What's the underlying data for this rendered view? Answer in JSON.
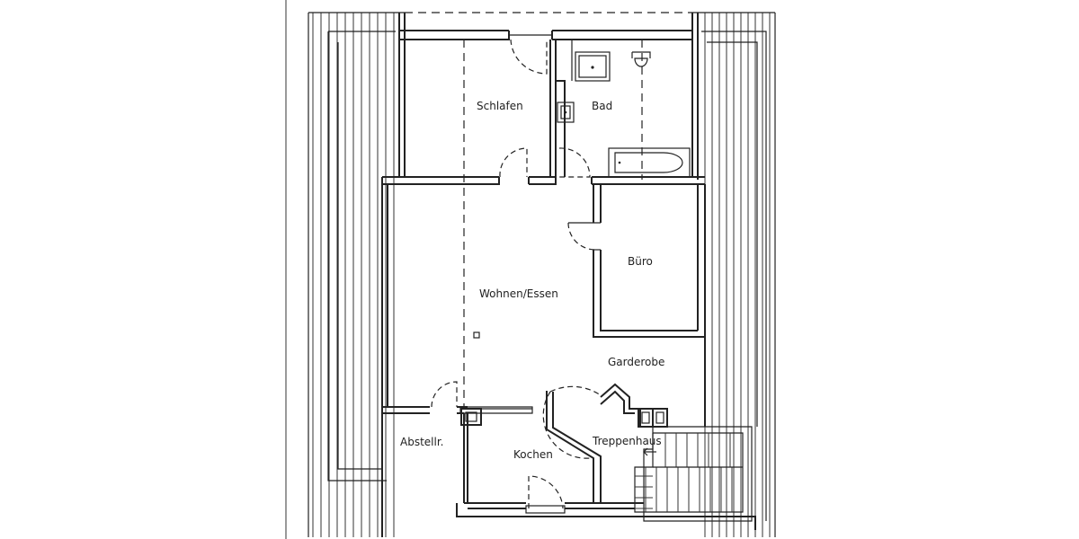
{
  "rooms": {
    "schlafen": "Schlafen",
    "bad": "Bad",
    "buero": "Büro",
    "wohnen": "Wohnen/Essen",
    "garderobe": "Garderobe",
    "treppenhaus": "Treppenhaus",
    "abstell": "Abstellr.",
    "kochen": "Kochen"
  },
  "colors": {
    "line": "#222222",
    "background": "#ffffff"
  }
}
